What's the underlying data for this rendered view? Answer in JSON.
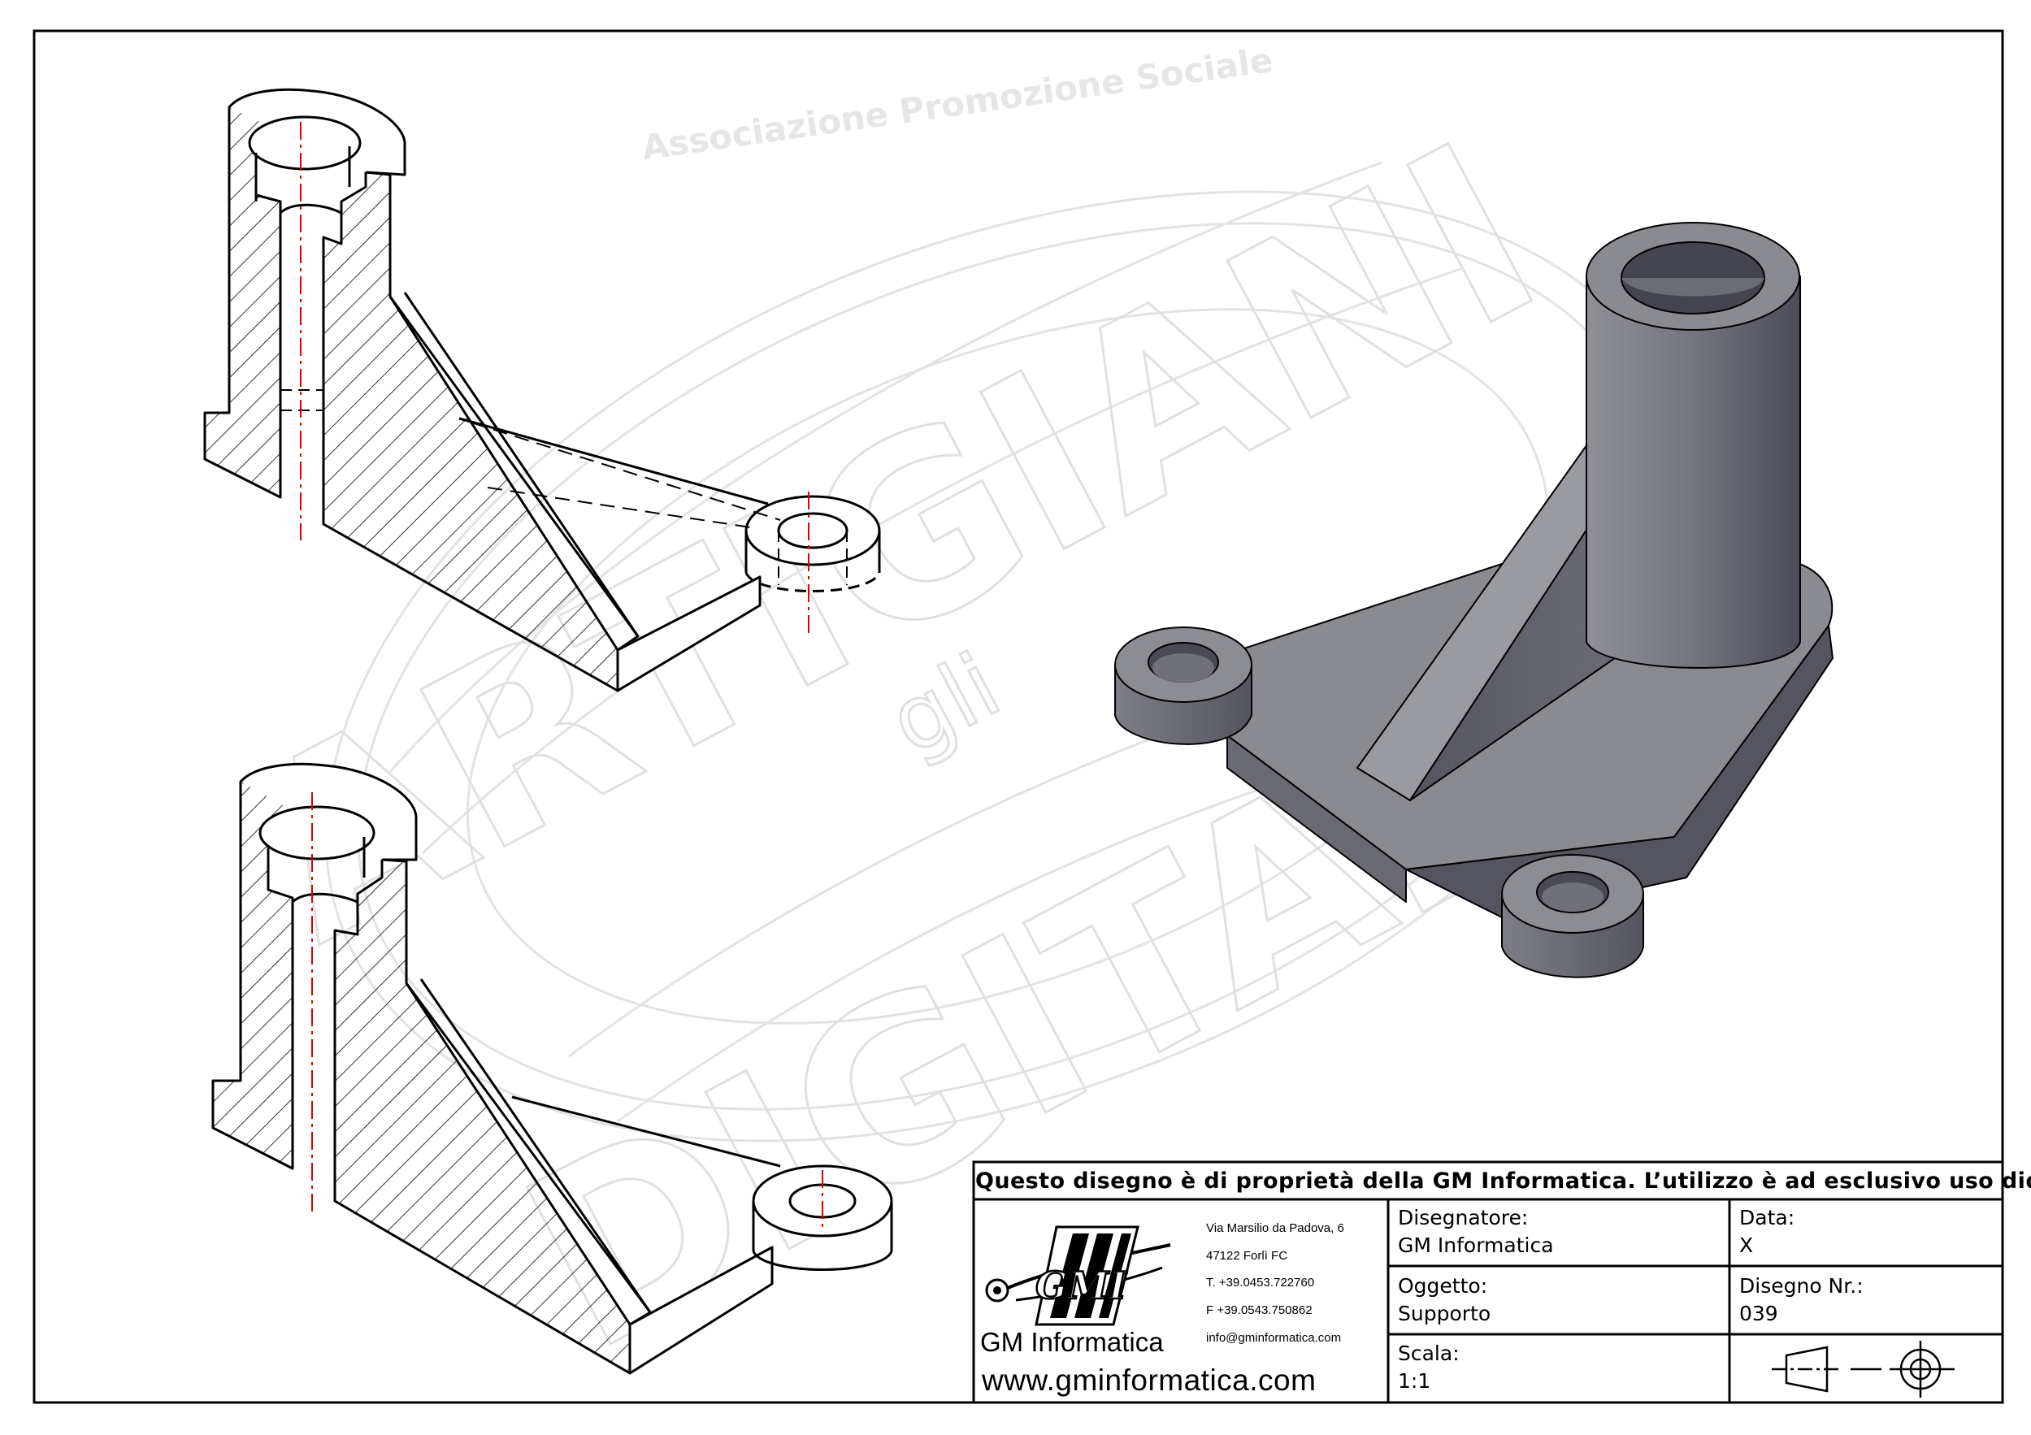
{
  "watermark": {
    "arc_text": "Associazione Promozione Sociale",
    "big_top": "ARTIGIANI",
    "middle": "gli",
    "big_bottom": "DIGITALI"
  },
  "title_block": {
    "notice": "Questo disegno è di proprietà della GM Informatica. L’utilizzo è ad esclusivo uso didattico.",
    "logo_text": "GMI",
    "company_name": "GM Informatica",
    "website": "www.gminformatica.com",
    "address": {
      "street": "Via Marsilio da Padova, 6",
      "city": "47122  Forlì  FC",
      "phone": "T. +39.0453.722760",
      "fax": "F +39.0543.750862",
      "email": "info@gminformatica.com"
    },
    "designer": {
      "label": "Disegnatore:",
      "value": "GM  Informatica"
    },
    "object": {
      "label": "Oggetto:",
      "value": "Supporto"
    },
    "scale": {
      "label": "Scala:",
      "value": "1:1"
    },
    "date": {
      "label": "Data:",
      "value": "X"
    },
    "drawing_number": {
      "label": "Disegno  Nr.:",
      "value": "039"
    },
    "projection_symbol": "first-angle-projection-icon"
  },
  "colors": {
    "line": "#000000",
    "centerline": "#e00000",
    "watermark": "#e3e3e3",
    "solid_light": "#8e8e94",
    "solid_dark": "#4a4a55"
  }
}
